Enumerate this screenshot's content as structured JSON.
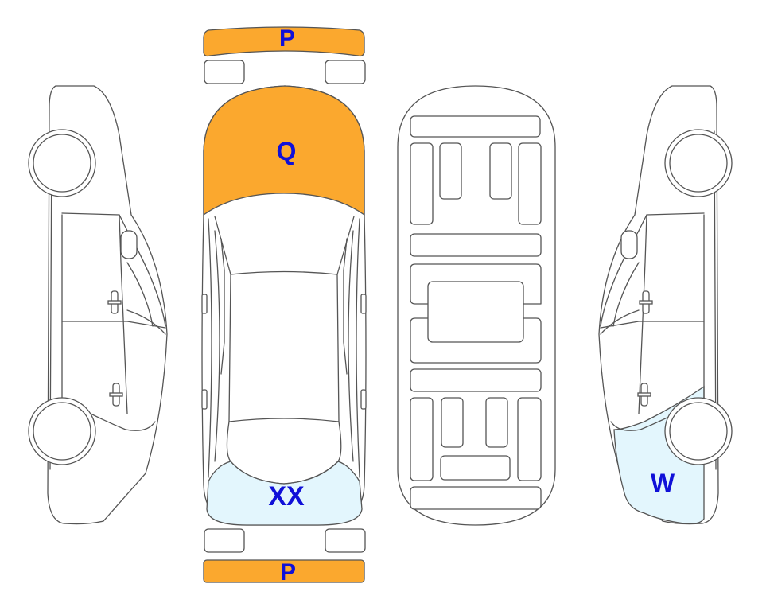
{
  "colors": {
    "marked_orange": "#FBA82E",
    "marked_light_blue": "#E3F6FD",
    "label_blue": "#1010D8",
    "outline": "#555555"
  },
  "labels": {
    "front_bumper": "P",
    "hood": "Q",
    "trunk": "XX",
    "right_rear_quarter": "W",
    "rear_bumper": "P"
  }
}
